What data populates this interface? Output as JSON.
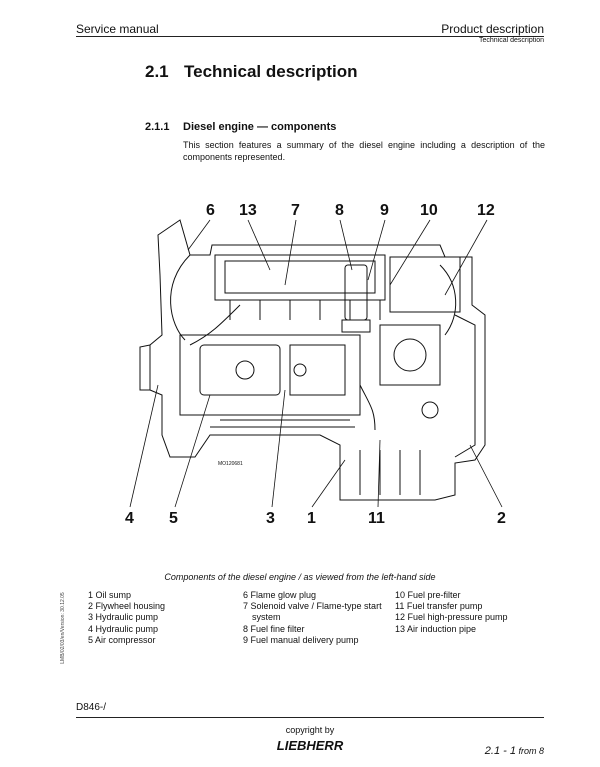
{
  "header": {
    "left": "Service manual",
    "right": "Product description",
    "sub": "Technical description"
  },
  "section": {
    "number": "2.1",
    "title": "Technical description"
  },
  "subsection": {
    "number": "2.1.1",
    "title": "Diesel engine — components",
    "intro": "This section features a summary of the diesel engine including a description of the components represented."
  },
  "figure": {
    "drawing_id": "MO120681",
    "callouts_top": [
      "6",
      "13",
      "7",
      "8",
      "9",
      "10",
      "12"
    ],
    "callouts_bottom": [
      "4",
      "5",
      "3",
      "1",
      "11",
      "2"
    ],
    "caption": "Components of the diesel engine / as viewed from the left-hand side"
  },
  "legend": {
    "col1": [
      "1 Oil sump",
      "2 Flywheel housing",
      "3 Hydraulic pump",
      "4 Hydraulic pump",
      "5 Air compressor"
    ],
    "col2": [
      "6 Flame glow plug",
      "7 Solenoid valve / Flame-type start",
      "system",
      "8 Fuel fine filter",
      "9 Fuel manual delivery pump"
    ],
    "col3": [
      "10 Fuel pre-filter",
      "11 Fuel transfer pump",
      "12 Fuel high-pressure pump",
      "13 Air induction pipe"
    ]
  },
  "doc_id": "LMB/02/03/en/Version: 30.12.05",
  "footer": {
    "left": "D846-/",
    "copyright": "copyright by",
    "brand": "LIEBHERR",
    "page": "2.1 - ",
    "page_num": "1",
    "page_total": " from 8"
  }
}
